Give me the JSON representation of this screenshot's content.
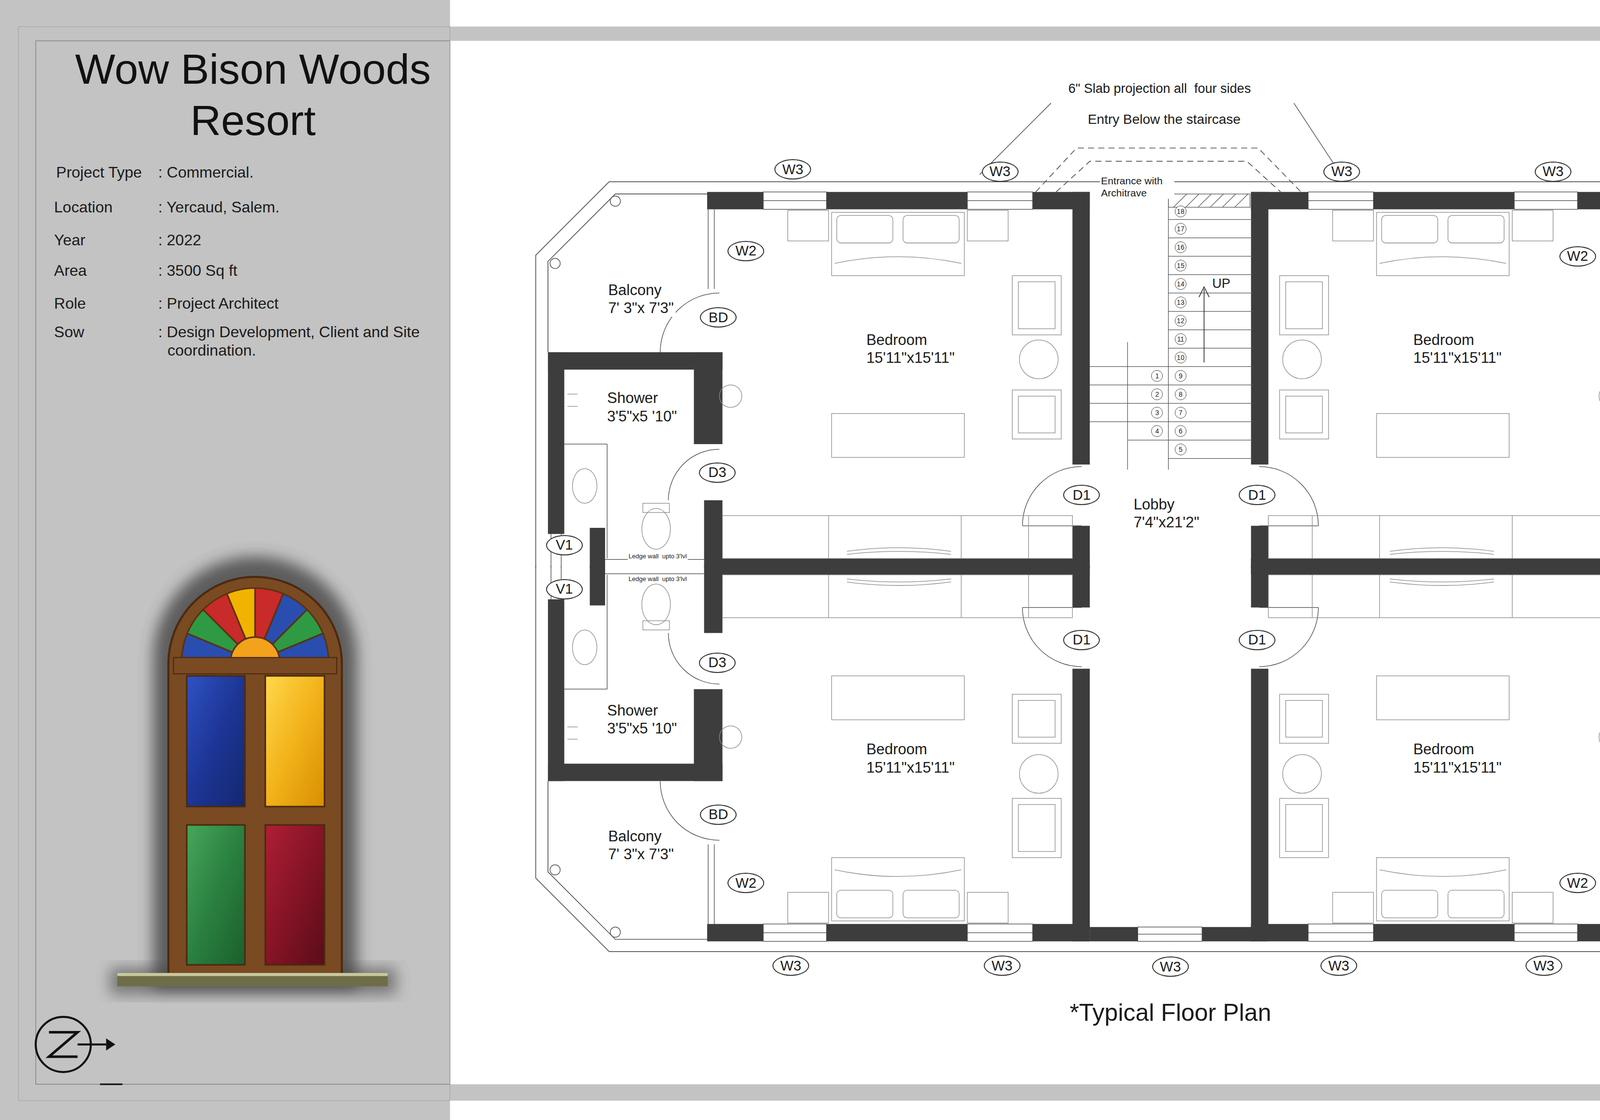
{
  "diagram": {
    "title": "Wow Bison Woods Resort",
    "caption": "*Typical Floor Plan",
    "nodes": [
      {
        "text": [
          "Balcony",
          "7' 3\"x 7'3\""
        ]
      },
      {
        "text": [
          "Shower",
          "3'5\"x5 '10\""
        ]
      },
      {
        "text": [
          "Bedroom",
          "15'11\"x15'11\""
        ]
      },
      {
        "text": [
          "Bedroom",
          "15'11\"x15'11\""
        ]
      },
      {
        "text": [
          "Lobby",
          "7'4\"x21'2\""
        ]
      },
      {
        "text": [
          "Shower",
          "3'5\"x5 '10\""
        ]
      },
      {
        "text": [
          "Balcony",
          "7' 3\"x 7'3\""
        ]
      },
      {
        "text": [
          "Bedroom",
          "15'11\"x15'11\""
        ]
      },
      {
        "text": [
          "Bedroom",
          "15'11\"x15'11\""
        ]
      },
      {
        "text": [
          "W3"
        ]
      },
      {
        "text": [
          "W3"
        ]
      },
      {
        "text": [
          "W3"
        ]
      },
      {
        "text": [
          "W3"
        ]
      },
      {
        "text": [
          "W2"
        ]
      },
      {
        "text": [
          "W2"
        ]
      },
      {
        "text": [
          "BD"
        ]
      },
      {
        "text": [
          "D3"
        ]
      },
      {
        "text": [
          "D1"
        ]
      },
      {
        "text": [
          "D1"
        ]
      },
      {
        "text": [
          "V1"
        ]
      },
      {
        "text": [
          "V1"
        ]
      },
      {
        "text": [
          "D1"
        ]
      },
      {
        "text": [
          "D1"
        ]
      },
      {
        "text": [
          "D3"
        ]
      },
      {
        "text": [
          "BD"
        ]
      },
      {
        "text": [
          "W2"
        ]
      },
      {
        "text": [
          "W2"
        ]
      },
      {
        "text": [
          "W3"
        ]
      },
      {
        "text": [
          "W3"
        ]
      },
      {
        "text": [
          "W3"
        ]
      },
      {
        "text": [
          "W3"
        ]
      },
      {
        "text": [
          "W3"
        ]
      },
      {
        "text": [
          "1"
        ]
      },
      {
        "text": [
          "2"
        ]
      },
      {
        "text": [
          "3"
        ]
      },
      {
        "text": [
          "4"
        ]
      },
      {
        "text": [
          "5"
        ]
      },
      {
        "text": [
          "6"
        ]
      },
      {
        "text": [
          "7"
        ]
      },
      {
        "text": [
          "8"
        ]
      },
      {
        "text": [
          "9"
        ]
      },
      {
        "text": [
          "10"
        ]
      },
      {
        "text": [
          "11"
        ]
      },
      {
        "text": [
          "12"
        ]
      },
      {
        "text": [
          "13"
        ]
      },
      {
        "text": [
          "14"
        ]
      },
      {
        "text": [
          "15"
        ]
      },
      {
        "text": [
          "16"
        ]
      },
      {
        "text": [
          "17"
        ]
      },
      {
        "text": [
          "18"
        ]
      }
    ],
    "labels": [
      "Project Type",
      ": Commercial.",
      "Location",
      ": Yercaud, Salem.",
      "Year",
      ": 2022",
      "Area",
      ": 3500 Sq ft",
      "Role",
      ": Project Architect",
      "Sow",
      ": Design Development, Client and Site coordination.",
      "6\" Slab projection all  four sides",
      "Entry Below the staircase",
      "Entrance with Architrave",
      "UP",
      "Ledge wall  upto 3'lvl",
      "Ledge wall  upto 3'lvl"
    ]
  }
}
